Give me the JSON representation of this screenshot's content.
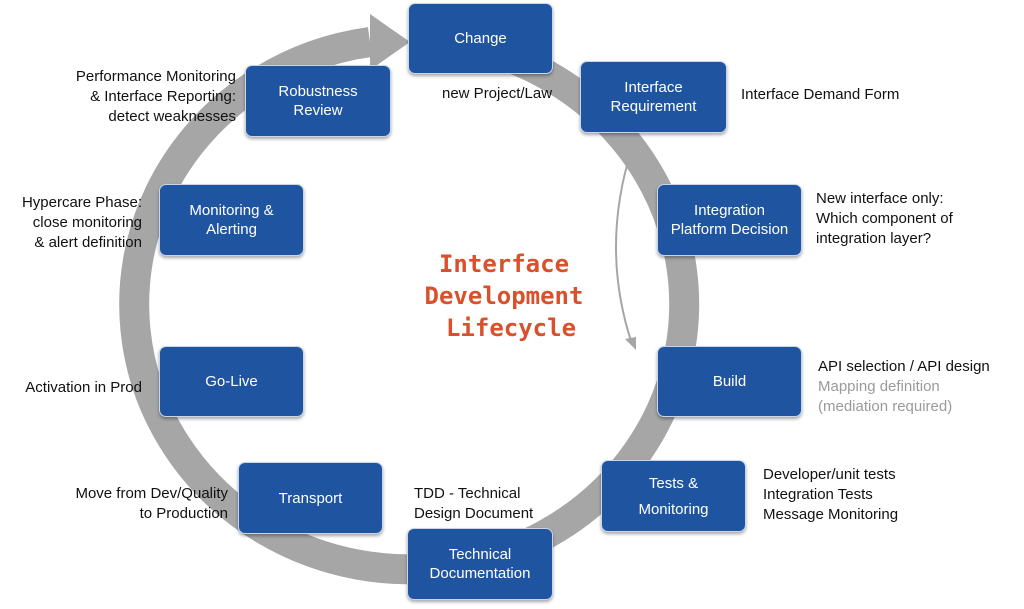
{
  "title": {
    "line1": "Interface",
    "line2": "Development",
    "line3": "Lifecycle"
  },
  "colors": {
    "box_fill": "#1f55a0",
    "box_border": "#c9d6ea",
    "ring": "#a6a6a6",
    "title": "#d9512c",
    "muted_text": "#9a9a9a"
  },
  "stages": {
    "change": {
      "line1": "Change"
    },
    "interface_requirement": {
      "line1": "Interface",
      "line2": "Requirement"
    },
    "integration_platform_decision": {
      "line1": "Integration",
      "line2": "Platform Decision"
    },
    "build": {
      "line1": "Build"
    },
    "tests_monitoring": {
      "line1": "Tests &",
      "line2": "Monitoring"
    },
    "technical_documentation": {
      "line1": "Technical",
      "line2": "Documentation"
    },
    "transport": {
      "line1": "Transport"
    },
    "go_live": {
      "line1": "Go-Live"
    },
    "monitoring_alerting": {
      "line1": "Monitoring &",
      "line2": "Alerting"
    },
    "robustness_review": {
      "line1": "Robustness",
      "line2": "Review"
    }
  },
  "notes": {
    "change": {
      "line1": "new Project/Law"
    },
    "interface_requirement": {
      "line1": "Interface Demand Form"
    },
    "integration_platform_decision": {
      "line1": "New interface only:",
      "line2": "Which component of",
      "line3": "integration layer?"
    },
    "build": {
      "line1": "API selection / API design",
      "line2": "Mapping definition",
      "line3": "(mediation required)"
    },
    "tests_monitoring": {
      "line1": "Developer/unit tests",
      "line2": "Integration Tests",
      "line3": "Message Monitoring"
    },
    "technical_documentation": {
      "line1": "TDD - Technical",
      "line2": "Design Document"
    },
    "transport": {
      "line1": "Move from Dev/Quality",
      "line2": "to Production"
    },
    "go_live": {
      "line1": "Activation in Prod"
    },
    "monitoring_alerting": {
      "line1": "Hypercare Phase:",
      "line2": "close monitoring",
      "line3": "& alert definition"
    },
    "robustness_review": {
      "line1": "Performance Monitoring",
      "line2": "& Interface Reporting:",
      "line3": "detect weaknesses"
    }
  }
}
